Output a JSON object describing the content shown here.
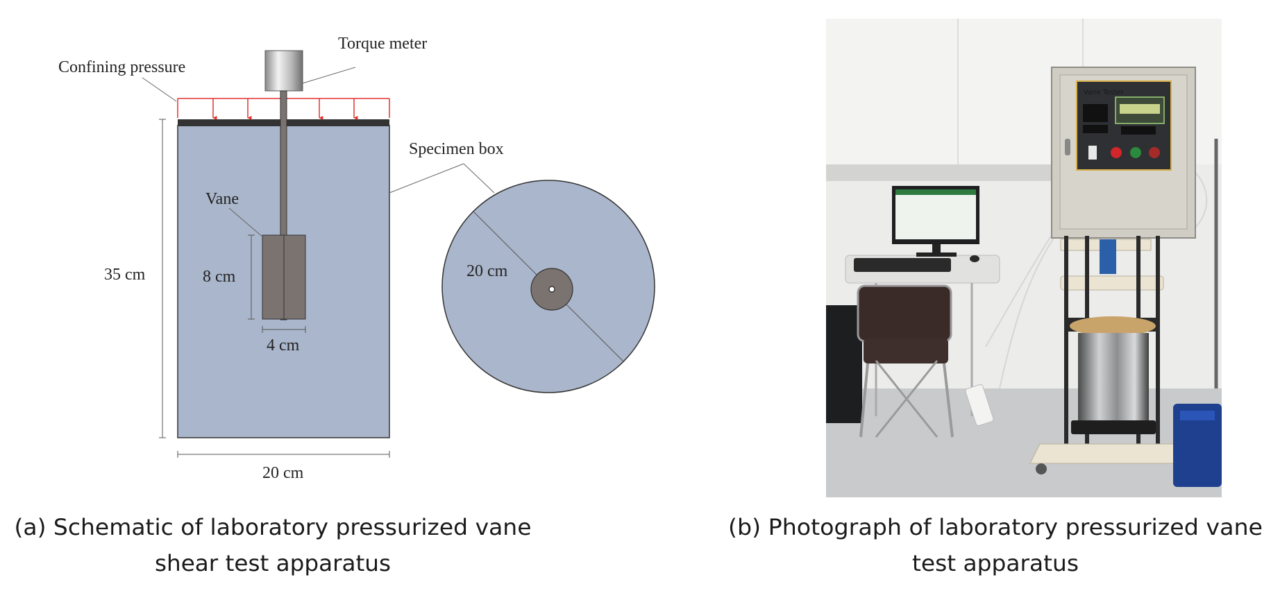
{
  "schematic": {
    "labels": {
      "torque_meter": "Torque meter",
      "confining_pressure": "Confining pressure",
      "specimen_box": "Specimen box",
      "vane": "Vane",
      "height": "35 cm",
      "vane_height": "8 cm",
      "vane_width": "4 cm",
      "box_width": "20 cm",
      "diameter": "20 cm"
    },
    "colors": {
      "specimen_fill": "#aab6cb",
      "vane_fill": "#7b7370",
      "pressure_arrows": "#e0322d",
      "plate": "#333333"
    }
  },
  "photo": {
    "panel_label": "Vane Tester",
    "colors": {
      "wall": "#ececeb",
      "cabinet": "#cfcdc4",
      "control_panel": "#2f3033",
      "frame": "#ece4d2"
    }
  },
  "captions": {
    "a_line1": "(a) Schematic of laboratory pressurized vane",
    "a_line2": "shear test apparatus",
    "b_line1": "(b) Photograph of laboratory pressurized vane",
    "b_line2": "test apparatus"
  }
}
